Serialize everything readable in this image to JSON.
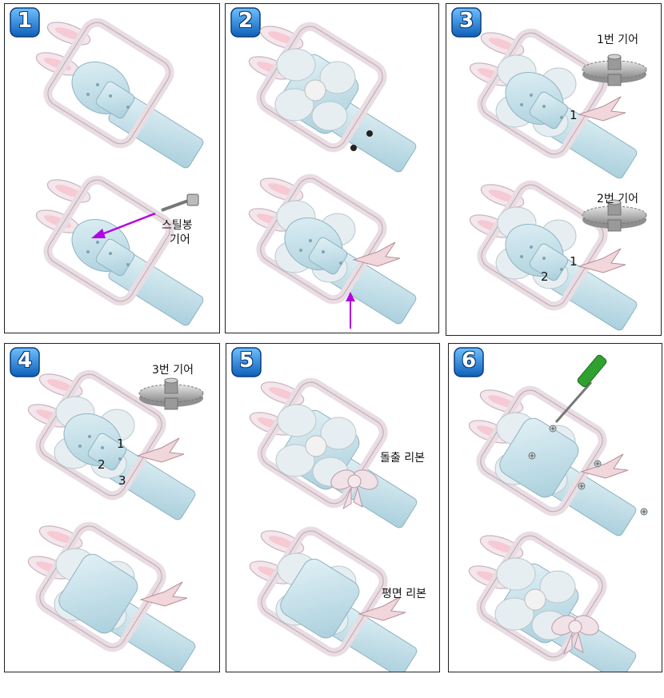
{
  "steps": [
    {
      "number": "1"
    },
    {
      "number": "2"
    },
    {
      "number": "3"
    },
    {
      "number": "4"
    },
    {
      "number": "5"
    },
    {
      "number": "6"
    }
  ],
  "labels": {
    "steel_rod_gear_line1": "스틸봉",
    "steel_rod_gear_line2": "기어",
    "gear1": "1번 기어",
    "gear2": "2번 기어",
    "gear3": "3번 기어",
    "convex_ribbon": "돌출 리본",
    "flat_ribbon": "평면 리본"
  },
  "gear_markers": [
    "1",
    "2",
    "3"
  ],
  "colors": {
    "badge_blue": "#1f73c9",
    "frame_pink": "#f3e6ec",
    "housing_blue": "#cfe6ee",
    "arrow_purple": "#b400e6",
    "screwdriver_green": "#2fa12f",
    "gear_gray": "#b5b5b5"
  }
}
